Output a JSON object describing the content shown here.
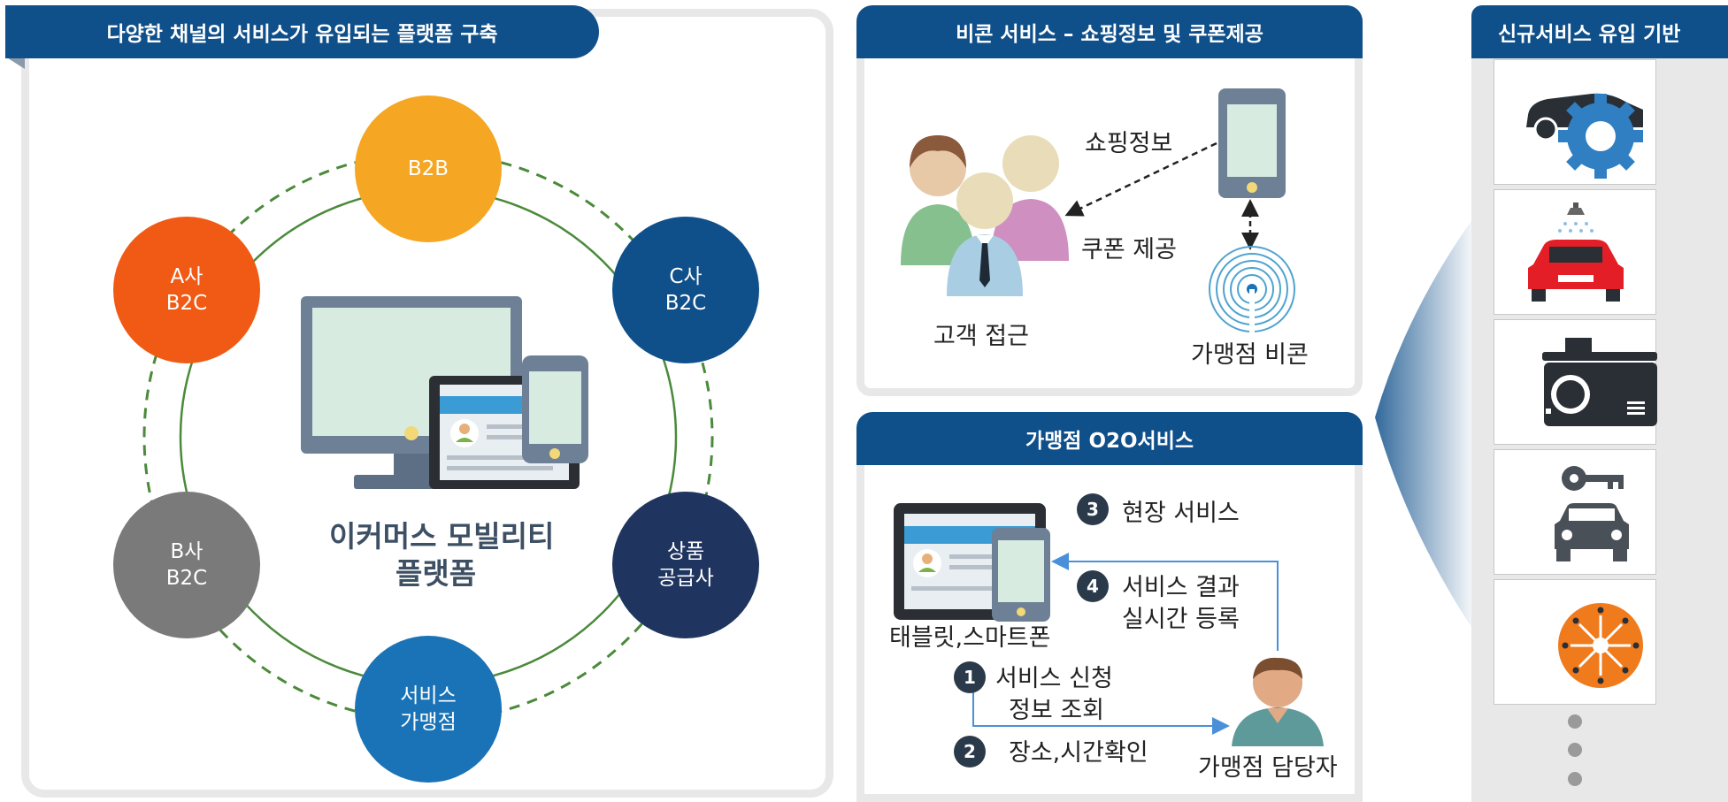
{
  "left": {
    "header": "다양한 채널의 서비스가 유입되는 플랫폼 구축",
    "center_label_line1": "이커머스 모빌리티",
    "center_label_line2": "플랫폼",
    "nodes": [
      {
        "line1": "B2B",
        "line2": "",
        "color": "#f5a623"
      },
      {
        "line1": "C사",
        "line2": "B2C",
        "color": "#0f4f8a"
      },
      {
        "line1": "상품",
        "line2": "공급사",
        "color": "#1f3560"
      },
      {
        "line1": "서비스",
        "line2": "가맹점",
        "color": "#1a73b6"
      },
      {
        "line1": "B사",
        "line2": "B2C",
        "color": "#7a7a7a"
      },
      {
        "line1": "A사",
        "line2": "B2C",
        "color": "#f05a14"
      }
    ]
  },
  "beacon": {
    "header": "비콘 서비스 – 쇼핑정보 및 쿠폰제공",
    "shopping_info": "쇼핑정보",
    "coupon": "쿠폰 제공",
    "customer": "고객 접근",
    "beacon_label": "가맹점 비콘"
  },
  "o2o": {
    "header": "가맹점 O2O서비스",
    "device_label": "태블릿,스마트폰",
    "steps": [
      {
        "num": "1",
        "line1": "서비스 신청",
        "line2": "정보 조회"
      },
      {
        "num": "2",
        "line1": "장소,시간확인",
        "line2": ""
      },
      {
        "num": "3",
        "line1": "현장 서비스",
        "line2": ""
      },
      {
        "num": "4",
        "line1": "서비스 결과",
        "line2": "실시간 등록"
      }
    ],
    "staff_label": "가맹점 담당자"
  },
  "right": {
    "header": "신규서비스 유입 기반",
    "icons": [
      "car-repair-icon",
      "car-wash-icon",
      "dashcam-icon",
      "car-key-icon",
      "network-people-icon"
    ]
  },
  "colors": {
    "header_blue": "#0f4f8a",
    "ring_green": "#4a8a3a",
    "panel_border": "#e8e8e8"
  }
}
